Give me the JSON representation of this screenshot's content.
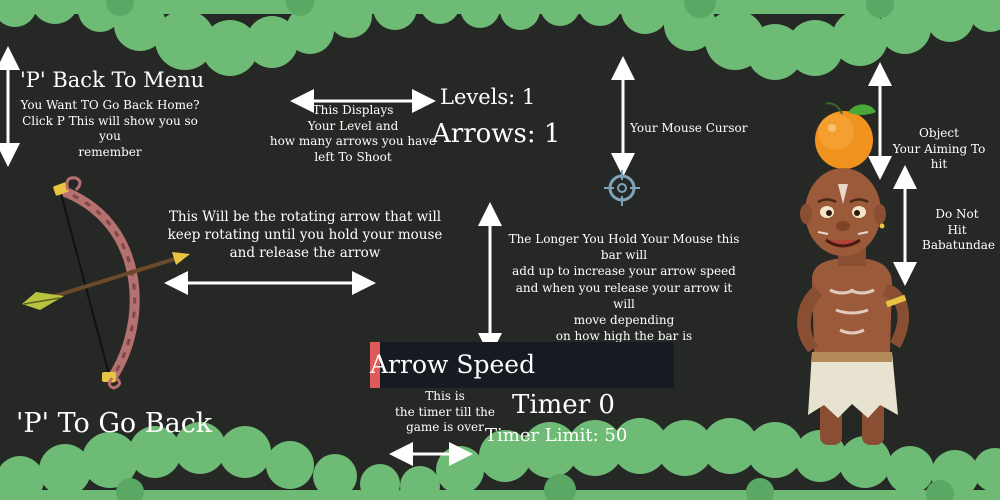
{
  "instructions": {
    "menu_title": "'P' Back To Menu",
    "menu_desc": "You Want TO Go Back Home?\nClick P This will show you so you\nremember",
    "display_desc": "This Displays\nYour Level and\nhow many arrows you have\nleft To Shoot",
    "cursor_desc": "Your Mouse Cursor",
    "object_desc": "Object\nYour Aiming To hit",
    "avoid_desc": "Do Not\nHit\nBabatundae",
    "rotate_desc": "This Will be the rotating arrow that will\nkeep rotating until you hold your mouse\nand release the arrow",
    "hold_desc": "The Longer You Hold Your Mouse  this\nbar will\nadd up to increase your arrow speed\nand when you release your arrow it will\nmove depending\non how high the bar is",
    "timer_desc": "This is\nthe timer till the\ngame is over",
    "back_label": "'P' To Go Back"
  },
  "hud": {
    "levels": "Levels: 1",
    "arrows": "Arrows: 1",
    "arrow_speed_label": "Arrow Speed",
    "arrow_speed_level": 0.02,
    "timer": "Timer 0",
    "timer_limit": "Timer Limit: 50"
  },
  "colors": {
    "background": "#252824",
    "foliage": "#6dbb74",
    "foliage_dark": "#5aa863",
    "speed_fill": "#e05a5a",
    "text": "#ffffff"
  },
  "icons": {
    "crosshair": "crosshair-icon",
    "bow": "bow-icon",
    "arrow": "arrow-icon",
    "target": "orange-target-icon",
    "character": "babatundae-character"
  }
}
